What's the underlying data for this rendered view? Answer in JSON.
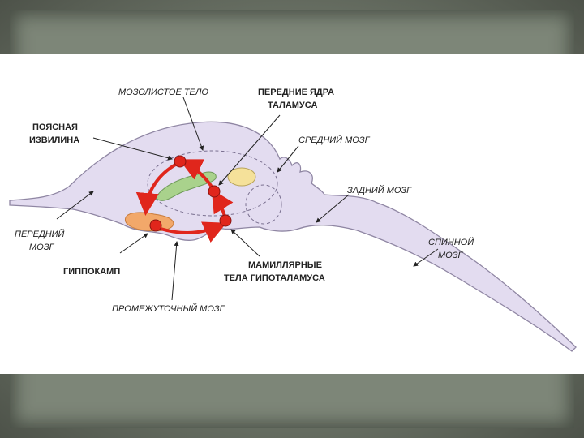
{
  "labels": {
    "corpus_callosum": "МОЗОЛИСТОЕ ТЕЛО",
    "anterior_nuclei_1": "ПЕРЕДНИЕ ЯДРА",
    "anterior_nuclei_2": "ТАЛАМУСА",
    "cingulate_1": "ПОЯСНАЯ",
    "cingulate_2": "ИЗВИЛИНА",
    "midbrain": "СРЕДНИЙ МОЗГ",
    "hindbrain": "ЗАДНИЙ МОЗГ",
    "forebrain_1": "ПЕРЕДНИЙ",
    "forebrain_2": "МОЗГ",
    "spinal_1": "СПИННОЙ",
    "spinal_2": "МОЗГ",
    "hippocampus": "ГИППОКАМП",
    "mammillary_1": "МАМИЛЛЯРНЫЕ",
    "mammillary_2": "ТЕЛА ГИПОТАЛАМУСА",
    "diencephalon": "ПРОМЕЖУТОЧНЫЙ МОЗГ"
  },
  "colors": {
    "brain_fill": "#e3dcf0",
    "brain_stroke": "#8f86a3",
    "circuit_red": "#e0261c",
    "fornix_green": "#a9d28c",
    "thalamus_yellow": "#f5e19a",
    "hippocampus_orange": "#f2a86a"
  }
}
